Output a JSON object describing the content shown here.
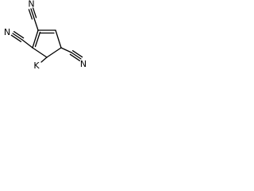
{
  "diagram": {
    "type": "chemical-structure",
    "ring": "cyclopentadienyl",
    "atoms": [
      {
        "id": "nitrile_top",
        "label": "N"
      },
      {
        "id": "nitrile_left",
        "label": "N"
      },
      {
        "id": "nitrile_right",
        "label": "N"
      },
      {
        "id": "potassium",
        "label": "K"
      }
    ]
  }
}
